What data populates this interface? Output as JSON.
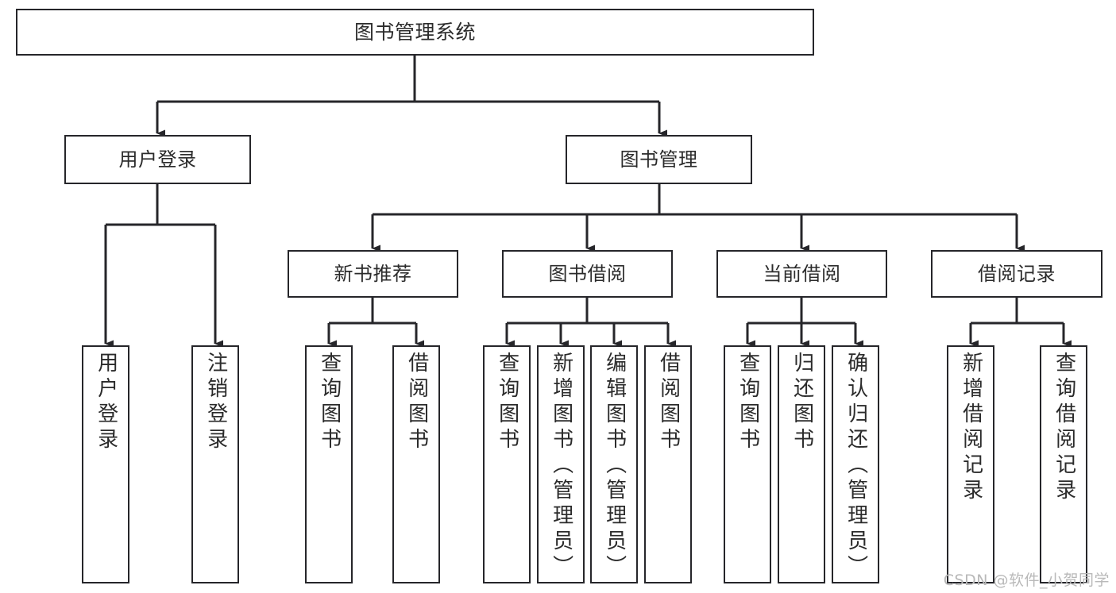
{
  "diagram": {
    "title": "图书管理系统",
    "type": "功能结构图",
    "watermark": "CSDN @软件_小贺同学",
    "colors": {
      "box_border": "#26262a",
      "box_fill": "#ffffff",
      "connector": "#26262a",
      "text": "#2b2b2b",
      "watermark": "#b9b9b9",
      "background": "#ffffff"
    },
    "nodes": {
      "root": {
        "label": "图书管理系统"
      },
      "level2": [
        {
          "id": "user-login",
          "label": "用户登录"
        },
        {
          "id": "book-manage",
          "label": "图书管理"
        }
      ],
      "level3": [
        {
          "id": "new-book-recommend",
          "label": "新书推荐"
        },
        {
          "id": "book-borrow",
          "label": "图书借阅"
        },
        {
          "id": "current-borrow",
          "label": "当前借阅"
        },
        {
          "id": "borrow-record",
          "label": "借阅记录"
        }
      ],
      "leaves": {
        "user-login": [
          {
            "id": "leaf-user-login",
            "label": "用户登录"
          },
          {
            "id": "leaf-user-logout",
            "label": "注销登录"
          }
        ],
        "new-book-recommend": [
          {
            "id": "leaf-query-book-1",
            "label": "查询图书"
          },
          {
            "id": "leaf-borrow-book-1",
            "label": "借阅图书"
          }
        ],
        "book-borrow": [
          {
            "id": "leaf-query-book-2",
            "label": "查询图书"
          },
          {
            "id": "leaf-add-book",
            "label": "新增图书（管理员）"
          },
          {
            "id": "leaf-edit-book",
            "label": "编辑图书（管理员）"
          },
          {
            "id": "leaf-borrow-book-2",
            "label": "借阅图书"
          }
        ],
        "current-borrow": [
          {
            "id": "leaf-query-book-3",
            "label": "查询图书"
          },
          {
            "id": "leaf-return-book",
            "label": "归还图书"
          },
          {
            "id": "leaf-confirm-return",
            "label": "确认归还（管理员）"
          }
        ],
        "borrow-record": [
          {
            "id": "leaf-add-record",
            "label": "新增借阅记录"
          },
          {
            "id": "leaf-query-record",
            "label": "查询借阅记录"
          }
        ]
      }
    }
  }
}
